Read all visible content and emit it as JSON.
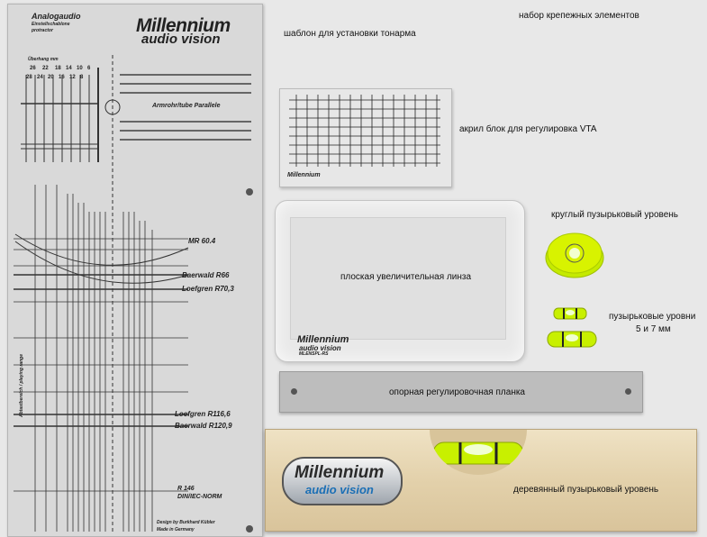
{
  "captions": {
    "fasteners": "набор крепежных элементов",
    "tonearm_template": "шаблон для установки тонарма",
    "acryl_block": "акрил блок для регулировка VTA",
    "round_level": "круглый пузырьковый уровень",
    "magnifier": "плоская увеличительная линза",
    "bubble_levels_line1": "пузырьковые уровни",
    "bubble_levels_line2": "5 и 7 мм",
    "ref_bar": "опорная регулировочная планка",
    "wood_level": "деревянный пузырьковый уровень"
  },
  "protractor": {
    "brand_line1": "Analogaudio",
    "brand_line2": "Einstellschablone",
    "brand_line3": "protractor",
    "logo_line1": "Millennium",
    "logo_line2": "audio vision",
    "overhang_label": "Überhang mm",
    "scale_top": [
      "26",
      "22",
      "18",
      "14",
      "10",
      "6"
    ],
    "scale_bottom": [
      "28",
      "24",
      "20",
      "16",
      "12",
      "8"
    ],
    "armrohr_label": "Armrohr/tube Parallele",
    "mr_label": "MR 60.4",
    "baerwald_r66": "Baerwald R66",
    "loefgren_r70": "Loefgren R70,3",
    "loefgren_r116": "Loefgren R116,6",
    "baerwald_r120": "Baerwald R120,9",
    "r146": "R 146",
    "din_label": "DIN/IEC-NORM",
    "designer_line1": "Design by Burkhard Kübler",
    "designer_line2": "Made in Germany",
    "vertical_label": "Abtastbereich / playing range"
  },
  "acryl": {
    "brand": "Millennium"
  },
  "lens": {
    "brand_line1": "Millennium",
    "brand_line2": "audio vision",
    "brand_line3": "MLENSPL-RS"
  },
  "wood": {
    "logo_line1": "Millennium",
    "logo_line2": "audio vision"
  },
  "colors": {
    "bubble_green": "#c8f000",
    "plate": "#d9d9d9",
    "wood": "#e3d1ab"
  }
}
